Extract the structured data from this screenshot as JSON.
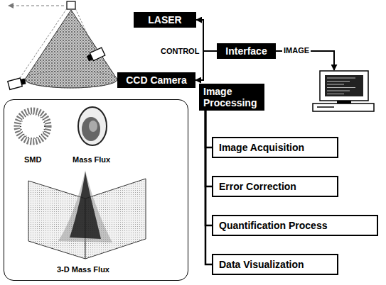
{
  "diagram": {
    "nodes": [
      {
        "text": [
          "LASER"
        ]
      },
      {
        "text": [
          "Interface"
        ]
      },
      {
        "text": [
          "CCD Camera"
        ]
      },
      {
        "text": [
          "Image Processing"
        ]
      },
      {
        "text": [
          "SMD",
          "Mass Flux",
          "3-D Mass Flux"
        ]
      },
      {
        "text": [
          "Image Acquisition"
        ]
      },
      {
        "text": [
          "Error Correction"
        ]
      },
      {
        "text": [
          "Quantification Process"
        ]
      },
      {
        "text": [
          "Data Visualization"
        ]
      }
    ],
    "edges": [
      {
        "from": 1,
        "to": 0,
        "arrow": "to"
      },
      {
        "from": 1,
        "to": 2,
        "arrow": "to"
      },
      {
        "from": 3,
        "to": 5,
        "arrow": "none"
      },
      {
        "from": 3,
        "to": 6,
        "arrow": "none"
      },
      {
        "from": 3,
        "to": 7,
        "arrow": "none"
      },
      {
        "from": 3,
        "to": 8,
        "arrow": "none"
      }
    ],
    "labels": [
      "CONTROL",
      "IMAGE"
    ]
  }
}
